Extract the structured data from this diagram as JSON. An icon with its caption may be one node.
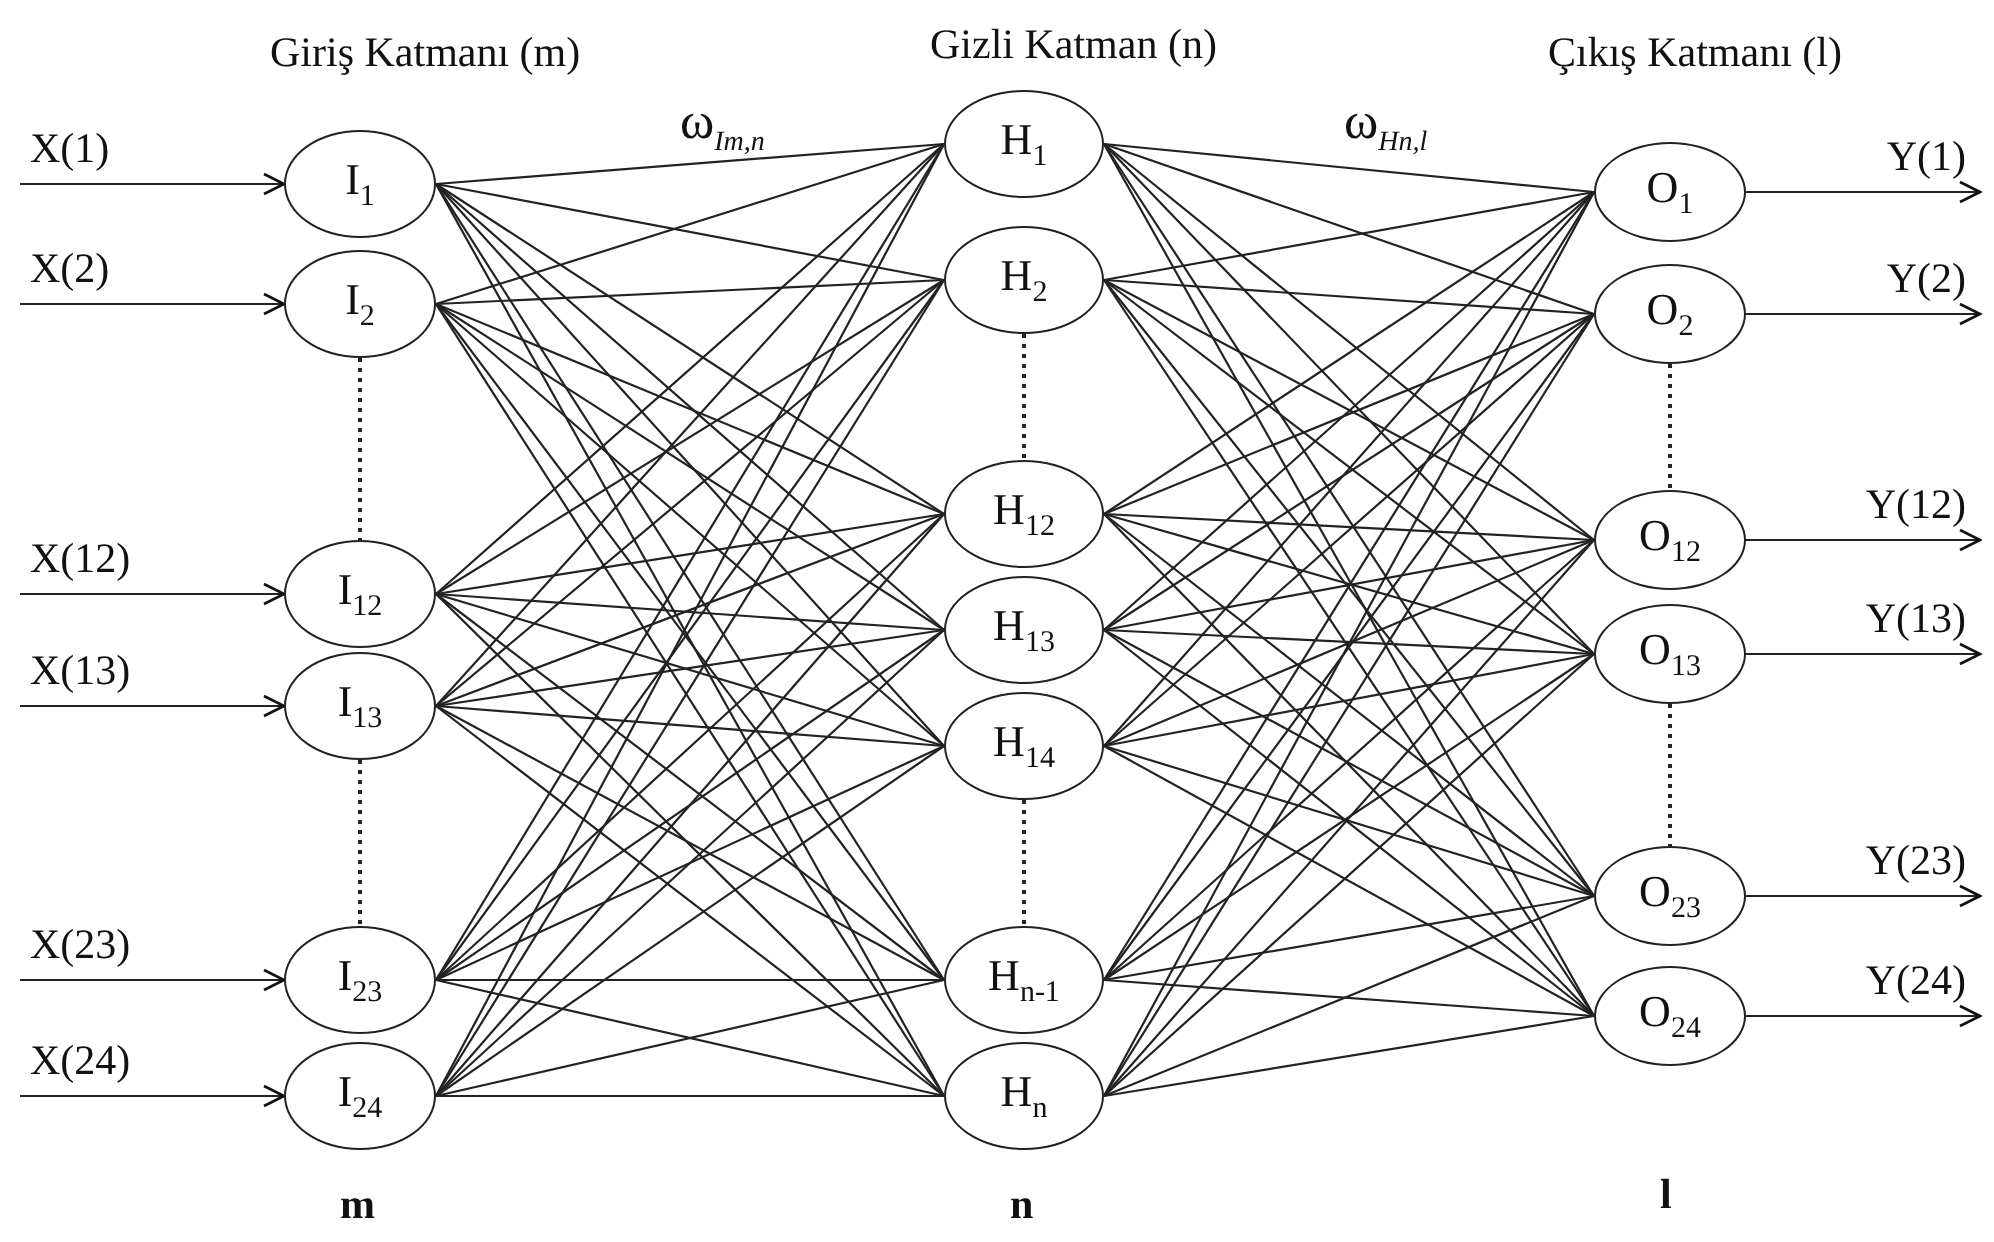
{
  "diagram": {
    "nodes": [
      {
        "text": [
          "I$_{1}$"
        ]
      },
      {
        "text": [
          "I$_{2}$"
        ]
      },
      {
        "text": [
          "I$_{12}$"
        ]
      },
      {
        "text": [
          "I$_{13}$"
        ]
      },
      {
        "text": [
          "I$_{23}$"
        ]
      },
      {
        "text": [
          "I$_{24}$"
        ]
      },
      {
        "text": [
          "H$_{1}$"
        ]
      },
      {
        "text": [
          "H$_{2}$"
        ]
      },
      {
        "text": [
          "H$_{12}$"
        ]
      },
      {
        "text": [
          "H$_{13}$"
        ]
      },
      {
        "text": [
          "H$_{14}$"
        ]
      },
      {
        "text": [
          "H$_{n-1}$"
        ]
      },
      {
        "text": [
          "H$_{n}$"
        ]
      },
      {
        "text": [
          "O$_{1}$"
        ]
      },
      {
        "text": [
          "O$_{2}$"
        ]
      },
      {
        "text": [
          "O$_{12}$"
        ]
      },
      {
        "text": [
          "O$_{13}$"
        ]
      },
      {
        "text": [
          "O$_{23}$"
        ]
      },
      {
        "text": [
          "O$_{24}$"
        ]
      }
    ],
    "edges": [
      {
        "from": null,
        "to": 0,
        "arrow": "to",
        "label": "X(1)"
      },
      {
        "from": null,
        "to": 1,
        "arrow": "to",
        "label": "X(2)"
      },
      {
        "from": null,
        "to": 2,
        "arrow": "to",
        "label": "X(12)"
      },
      {
        "from": null,
        "to": 3,
        "arrow": "to",
        "label": "X(13)"
      },
      {
        "from": null,
        "to": 4,
        "arrow": "to",
        "label": "X(23)"
      },
      {
        "from": null,
        "to": 5,
        "arrow": "to",
        "label": "X(24)"
      },
      {
        "from": 13,
        "to": null,
        "arrow": "to",
        "label": "Y(1)"
      },
      {
        "from": 14,
        "to": null,
        "arrow": "to",
        "label": "Y(2)"
      },
      {
        "from": 15,
        "to": null,
        "arrow": "to",
        "label": "Y(12)"
      },
      {
        "from": 16,
        "to": null,
        "arrow": "to",
        "label": "Y(13)"
      },
      {
        "from": 17,
        "to": null,
        "arrow": "to",
        "label": "Y(23)"
      },
      {
        "from": 18,
        "to": null,
        "arrow": "to",
        "label": "Y(24)"
      },
      {
        "from": 1,
        "to": 2,
        "arrow": "none",
        "style": "dashed"
      },
      {
        "from": 3,
        "to": 4,
        "arrow": "none",
        "style": "dashed"
      },
      {
        "from": 7,
        "to": 8,
        "arrow": "none",
        "style": "dashed"
      },
      {
        "from": 10,
        "to": 11,
        "arrow": "none",
        "style": "dashed"
      },
      {
        "from": 14,
        "to": 15,
        "arrow": "none",
        "style": "dashed"
      },
      {
        "from": 16,
        "to": 17,
        "arrow": "none",
        "style": "dashed"
      },
      {
        "from": 0,
        "to": 6,
        "arrow": "none"
      },
      {
        "from": 0,
        "to": 7,
        "arrow": "none"
      },
      {
        "from": 0,
        "to": 8,
        "arrow": "none"
      },
      {
        "from": 0,
        "to": 9,
        "arrow": "none"
      },
      {
        "from": 0,
        "to": 10,
        "arrow": "none"
      },
      {
        "from": 0,
        "to": 11,
        "arrow": "none"
      },
      {
        "from": 0,
        "to": 12,
        "arrow": "none"
      },
      {
        "from": 1,
        "to": 6,
        "arrow": "none"
      },
      {
        "from": 1,
        "to": 7,
        "arrow": "none"
      },
      {
        "from": 1,
        "to": 8,
        "arrow": "none"
      },
      {
        "from": 1,
        "to": 9,
        "arrow": "none"
      },
      {
        "from": 1,
        "to": 10,
        "arrow": "none"
      },
      {
        "from": 1,
        "to": 11,
        "arrow": "none"
      },
      {
        "from": 1,
        "to": 12,
        "arrow": "none"
      },
      {
        "from": 2,
        "to": 6,
        "arrow": "none"
      },
      {
        "from": 2,
        "to": 7,
        "arrow": "none"
      },
      {
        "from": 2,
        "to": 8,
        "arrow": "none"
      },
      {
        "from": 2,
        "to": 9,
        "arrow": "none"
      },
      {
        "from": 2,
        "to": 10,
        "arrow": "none"
      },
      {
        "from": 2,
        "to": 11,
        "arrow": "none"
      },
      {
        "from": 2,
        "to": 12,
        "arrow": "none"
      },
      {
        "from": 3,
        "to": 6,
        "arrow": "none"
      },
      {
        "from": 3,
        "to": 7,
        "arrow": "none"
      },
      {
        "from": 3,
        "to": 8,
        "arrow": "none"
      },
      {
        "from": 3,
        "to": 9,
        "arrow": "none"
      },
      {
        "from": 3,
        "to": 10,
        "arrow": "none"
      },
      {
        "from": 3,
        "to": 11,
        "arrow": "none"
      },
      {
        "from": 3,
        "to": 12,
        "arrow": "none"
      },
      {
        "from": 4,
        "to": 6,
        "arrow": "none"
      },
      {
        "from": 4,
        "to": 7,
        "arrow": "none"
      },
      {
        "from": 4,
        "to": 8,
        "arrow": "none"
      },
      {
        "from": 4,
        "to": 9,
        "arrow": "none"
      },
      {
        "from": 4,
        "to": 10,
        "arrow": "none"
      },
      {
        "from": 4,
        "to": 11,
        "arrow": "none"
      },
      {
        "from": 4,
        "to": 12,
        "arrow": "none"
      },
      {
        "from": 5,
        "to": 6,
        "arrow": "none"
      },
      {
        "from": 5,
        "to": 7,
        "arrow": "none"
      },
      {
        "from": 5,
        "to": 8,
        "arrow": "none"
      },
      {
        "from": 5,
        "to": 9,
        "arrow": "none"
      },
      {
        "from": 5,
        "to": 10,
        "arrow": "none"
      },
      {
        "from": 5,
        "to": 11,
        "arrow": "none"
      },
      {
        "from": 5,
        "to": 12,
        "arrow": "none"
      },
      {
        "from": 6,
        "to": 13,
        "arrow": "none"
      },
      {
        "from": 6,
        "to": 14,
        "arrow": "none"
      },
      {
        "from": 6,
        "to": 15,
        "arrow": "none"
      },
      {
        "from": 6,
        "to": 16,
        "arrow": "none"
      },
      {
        "from": 6,
        "to": 17,
        "arrow": "none"
      },
      {
        "from": 6,
        "to": 18,
        "arrow": "none"
      },
      {
        "from": 7,
        "to": 13,
        "arrow": "none"
      },
      {
        "from": 7,
        "to": 14,
        "arrow": "none"
      },
      {
        "from": 7,
        "to": 15,
        "arrow": "none"
      },
      {
        "from": 7,
        "to": 16,
        "arrow": "none"
      },
      {
        "from": 7,
        "to": 17,
        "arrow": "none"
      },
      {
        "from": 7,
        "to": 18,
        "arrow": "none"
      },
      {
        "from": 8,
        "to": 13,
        "arrow": "none"
      },
      {
        "from": 8,
        "to": 14,
        "arrow": "none"
      },
      {
        "from": 8,
        "to": 15,
        "arrow": "none"
      },
      {
        "from": 8,
        "to": 16,
        "arrow": "none"
      },
      {
        "from": 8,
        "to": 17,
        "arrow": "none"
      },
      {
        "from": 8,
        "to": 18,
        "arrow": "none"
      },
      {
        "from": 9,
        "to": 13,
        "arrow": "none"
      },
      {
        "from": 9,
        "to": 14,
        "arrow": "none"
      },
      {
        "from": 9,
        "to": 15,
        "arrow": "none"
      },
      {
        "from": 9,
        "to": 16,
        "arrow": "none"
      },
      {
        "from": 9,
        "to": 17,
        "arrow": "none"
      },
      {
        "from": 9,
        "to": 18,
        "arrow": "none"
      },
      {
        "from": 10,
        "to": 13,
        "arrow": "none"
      },
      {
        "from": 10,
        "to": 14,
        "arrow": "none"
      },
      {
        "from": 10,
        "to": 15,
        "arrow": "none"
      },
      {
        "from": 10,
        "to": 16,
        "arrow": "none"
      },
      {
        "from": 10,
        "to": 17,
        "arrow": "none"
      },
      {
        "from": 10,
        "to": 18,
        "arrow": "none"
      },
      {
        "from": 11,
        "to": 13,
        "arrow": "none"
      },
      {
        "from": 11,
        "to": 14,
        "arrow": "none"
      },
      {
        "from": 11,
        "to": 15,
        "arrow": "none"
      },
      {
        "from": 11,
        "to": 16,
        "arrow": "none"
      },
      {
        "from": 11,
        "to": 17,
        "arrow": "none"
      },
      {
        "from": 11,
        "to": 18,
        "arrow": "none"
      },
      {
        "from": 12,
        "to": 13,
        "arrow": "none"
      },
      {
        "from": 12,
        "to": 14,
        "arrow": "none"
      },
      {
        "from": 12,
        "to": 15,
        "arrow": "none"
      },
      {
        "from": 12,
        "to": 16,
        "arrow": "none"
      },
      {
        "from": 12,
        "to": 17,
        "arrow": "none"
      },
      {
        "from": 12,
        "to": 18,
        "arrow": "none"
      }
    ],
    "labels": [
      "Giriş Katmanı (m)",
      "Gizli Katman (n)",
      "Çıkış Katmanı (l)",
      "ω$_{Im,n}$",
      "ω$_{Hn,l}$",
      "m",
      "n",
      "l"
    ]
  }
}
